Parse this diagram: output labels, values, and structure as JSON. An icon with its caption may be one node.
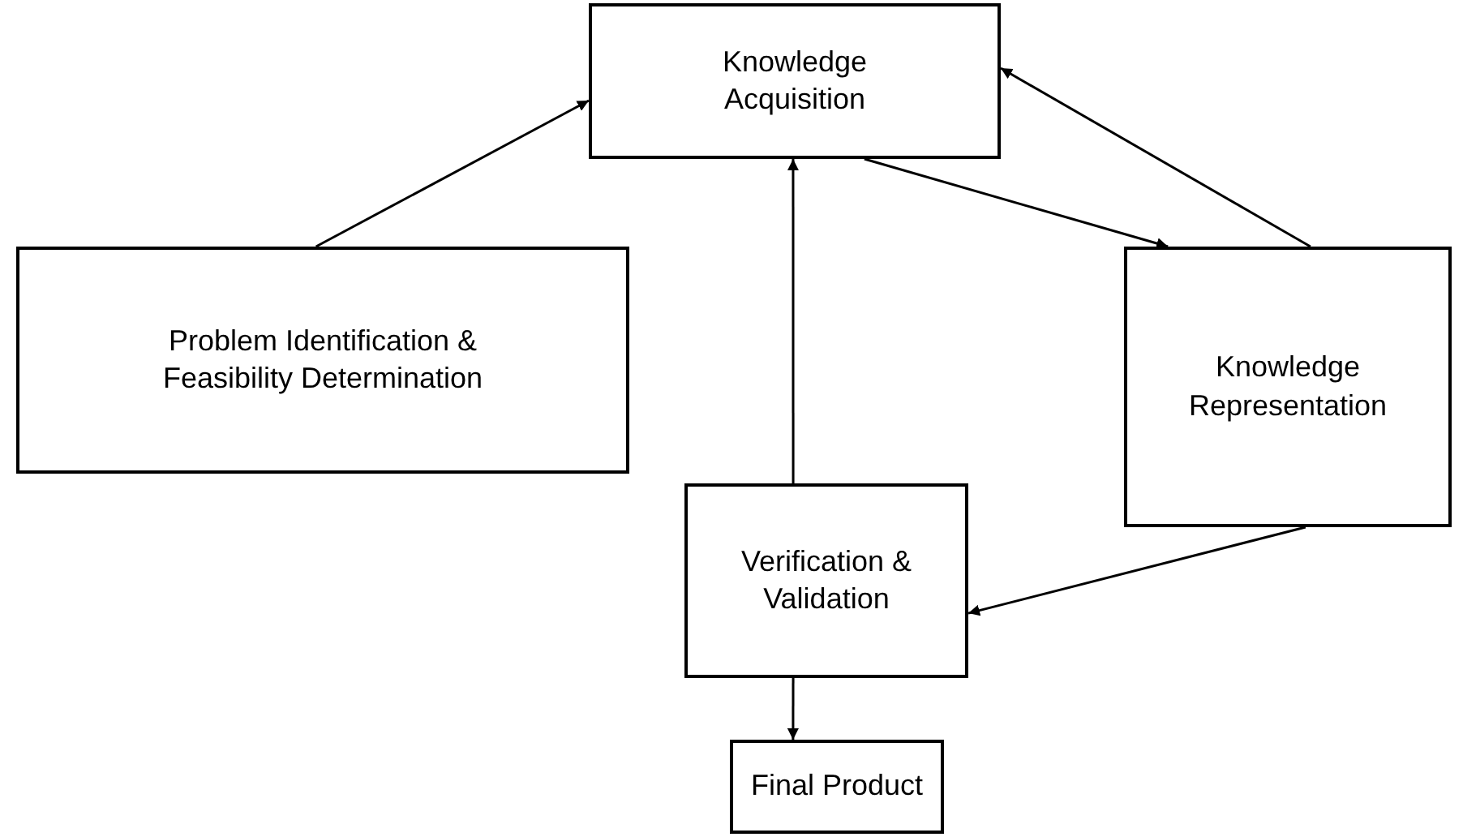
{
  "diagram": {
    "nodes": [
      {
        "text": [
          "Knowledge Acquisition"
        ]
      },
      {
        "text": [
          "Problem Identification & Feasibility Determination"
        ]
      },
      {
        "text": [
          "Knowledge Representation"
        ]
      },
      {
        "text": [
          "Verification & Validation"
        ]
      },
      {
        "text": [
          "Final Product"
        ]
      }
    ],
    "edges": [
      {
        "from": 1,
        "to": 0,
        "arrow": "to"
      },
      {
        "from": 0,
        "to": 2,
        "arrow": "to"
      },
      {
        "from": 2,
        "to": 0,
        "arrow": "to"
      },
      {
        "from": 3,
        "to": 0,
        "arrow": "to"
      },
      {
        "from": 2,
        "to": 3,
        "arrow": "to"
      },
      {
        "from": 3,
        "to": 4,
        "arrow": "to"
      }
    ]
  }
}
